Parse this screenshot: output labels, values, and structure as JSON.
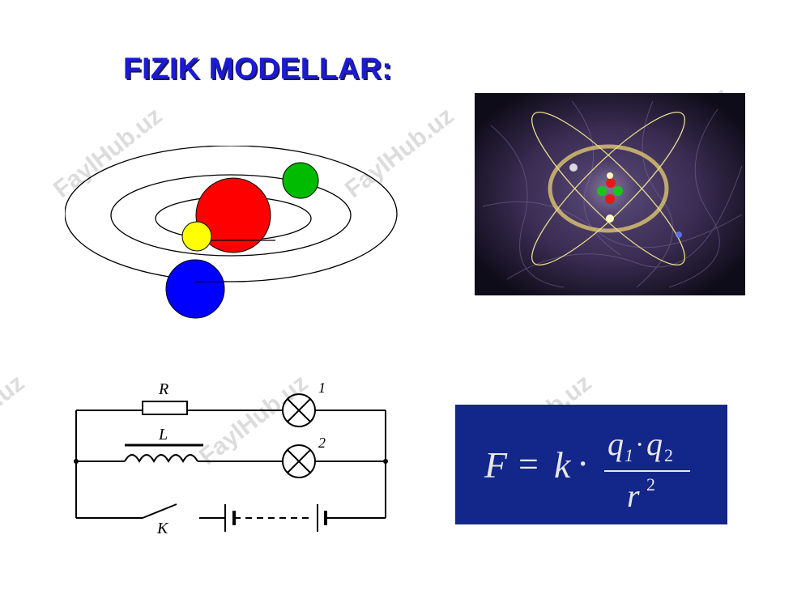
{
  "title": "FIZIK MODELLAR:",
  "watermark": "FaylHub.uz",
  "circuit": {
    "resistor_label": "R",
    "inductor_label": "L",
    "switch_label": "K",
    "lamp1_label": "1",
    "lamp2_label": "2"
  },
  "formula": {
    "lhs": "F",
    "equals": "=",
    "k": "k",
    "dot": "·",
    "q1": "q",
    "q1_sub": "1",
    "q2": "q",
    "q2_sub": "2",
    "r": "r",
    "r_exp": "2"
  },
  "colors": {
    "title": "#1a1ad8",
    "nucleus": "#ff0000",
    "electron_yellow": "#ffff00",
    "electron_green": "#00aa00",
    "electron_blue": "#0000ff",
    "formula_bg": "#13268a"
  }
}
